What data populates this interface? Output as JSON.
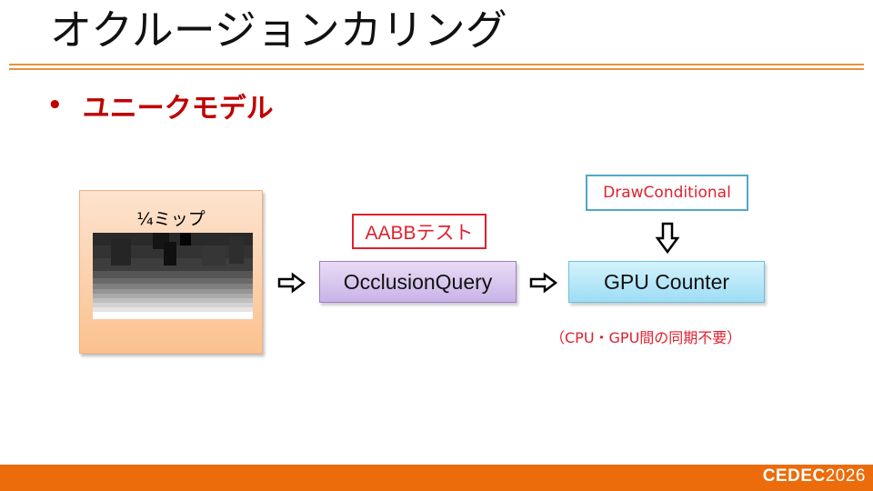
{
  "slide": {
    "title": "オクルージョンカリング",
    "bullet_marker": "•",
    "bullet_text": "ユニークモデル"
  },
  "diagram": {
    "mip_label": "¼ミップ",
    "aabb_label": "AABBテスト",
    "occlusion_label": "OcclusionQuery",
    "draw_label": "DrawConditional",
    "gpu_label": "GPU Counter",
    "note": "（CPU・GPU間の同期不要）"
  },
  "footer": {
    "logo_brand": "CEDEC",
    "logo_year": "2026"
  },
  "colors": {
    "accent_orange": "#ec6c0b",
    "rule_orange": "#e7913c",
    "bullet_red": "#c00000",
    "note_red": "#e0202e",
    "occlusion_fill": "#c9b3e8",
    "gpu_fill": "#9edcf5",
    "mip_fill": "#fbc18f"
  },
  "icons": [
    "right-arrow-icon",
    "down-arrow-icon"
  ]
}
